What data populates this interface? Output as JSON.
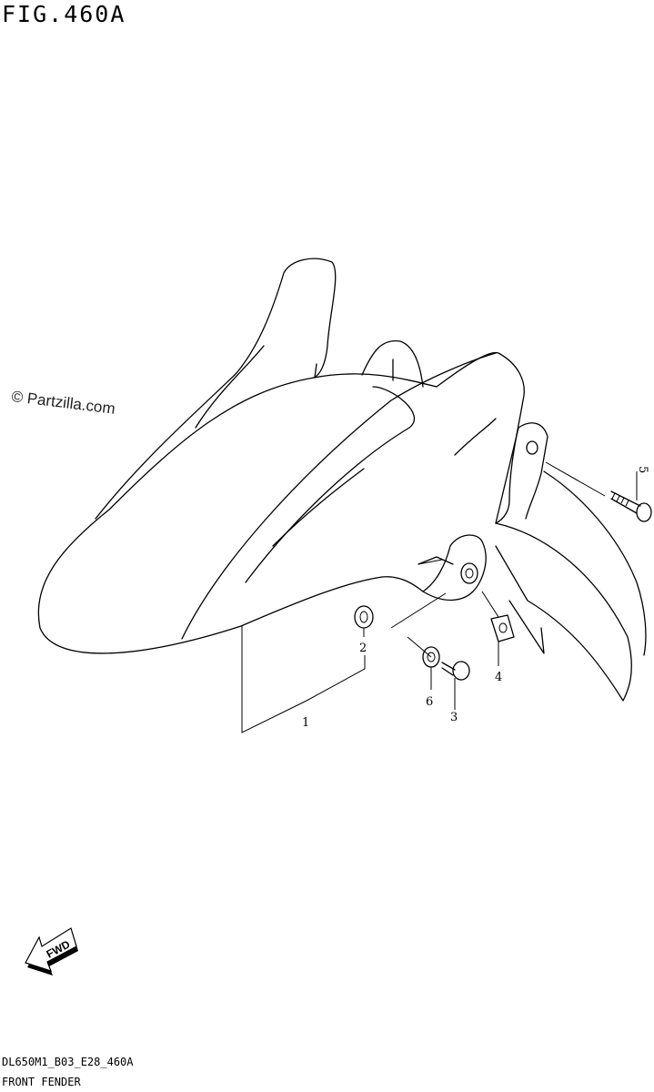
{
  "figure": {
    "title": "FIG.460A"
  },
  "watermark": "© Partzilla.com",
  "callouts": [
    "1",
    "2",
    "3",
    "4",
    "5",
    "6"
  ],
  "fwd_label": "FWD",
  "footer": {
    "code": "DL650M1_B03_E28_460A",
    "name": "FRONT FENDER"
  }
}
